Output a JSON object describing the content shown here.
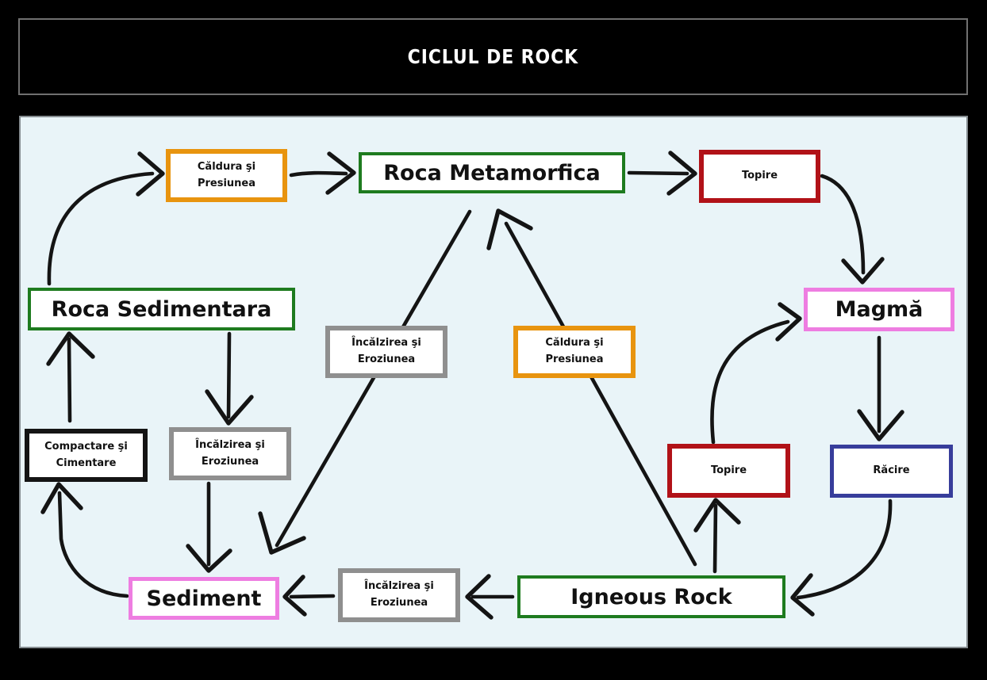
{
  "title": "CICLUL DE ROCK",
  "colors": {
    "canvas_bg": "#000000",
    "diagram_bg": "#e9f4f8",
    "box_fill": "#ffffff",
    "arrow": "#141414",
    "orange": "#e8940f",
    "green": "#1e7b1f",
    "red": "#b11218",
    "violet": "#ee7de1",
    "gray": "#8f8f8f",
    "black": "#141414",
    "navy": "#373d9b"
  },
  "diagram": {
    "nodes": [
      {
        "id": "caldura-presiunea-top",
        "label": "Căldura şi\nPresiunea",
        "color": "orange"
      },
      {
        "id": "roca-metamorfica",
        "label": "Roca Metamorfica",
        "color": "green"
      },
      {
        "id": "topire-top",
        "label": "Topire",
        "color": "red"
      },
      {
        "id": "roca-sedimentara",
        "label": "Roca Sedimentara",
        "color": "green"
      },
      {
        "id": "magma",
        "label": "Magmă",
        "color": "violet"
      },
      {
        "id": "incalzirea-eroziunea-center",
        "label": "Încălzirea şi\nEroziunea",
        "color": "gray"
      },
      {
        "id": "caldura-presiunea-center",
        "label": "Căldura şi\nPresiunea",
        "color": "orange"
      },
      {
        "id": "compactare-cimentare",
        "label": "Compactare şi\nCimentare",
        "color": "black"
      },
      {
        "id": "incalzirea-eroziunea-left",
        "label": "Încălzirea şi\nEroziunea",
        "color": "gray"
      },
      {
        "id": "topire-right",
        "label": "Topire",
        "color": "red"
      },
      {
        "id": "racire",
        "label": "Răcire",
        "color": "navy"
      },
      {
        "id": "sediment",
        "label": "Sediment",
        "color": "violet"
      },
      {
        "id": "incalzirea-eroziunea-bottom",
        "label": "Încălzirea şi\nEroziunea",
        "color": "gray"
      },
      {
        "id": "igneous-rock",
        "label": "Igneous Rock",
        "color": "green"
      }
    ],
    "edges": [
      {
        "from": "roca-sedimentara",
        "to": "caldura-presiunea-top"
      },
      {
        "from": "caldura-presiunea-top",
        "to": "roca-metamorfica"
      },
      {
        "from": "roca-metamorfica",
        "to": "topire-top"
      },
      {
        "from": "topire-top",
        "to": "magma"
      },
      {
        "from": "magma",
        "to": "racire"
      },
      {
        "from": "racire",
        "to": "igneous-rock"
      },
      {
        "from": "igneous-rock",
        "to": "incalzirea-eroziunea-bottom"
      },
      {
        "from": "incalzirea-eroziunea-bottom",
        "to": "sediment"
      },
      {
        "from": "sediment",
        "to": "compactare-cimentare"
      },
      {
        "from": "compactare-cimentare",
        "to": "roca-sedimentara"
      },
      {
        "from": "roca-sedimentara",
        "to": "incalzirea-eroziunea-left"
      },
      {
        "from": "incalzirea-eroziunea-left",
        "to": "sediment"
      },
      {
        "from": "roca-metamorfica",
        "to": "sediment",
        "via": "incalzirea-eroziunea-center"
      },
      {
        "from": "igneous-rock",
        "to": "roca-metamorfica",
        "via": "caldura-presiunea-center"
      },
      {
        "from": "igneous-rock",
        "to": "topire-right"
      },
      {
        "from": "topire-right",
        "to": "magma"
      }
    ]
  }
}
